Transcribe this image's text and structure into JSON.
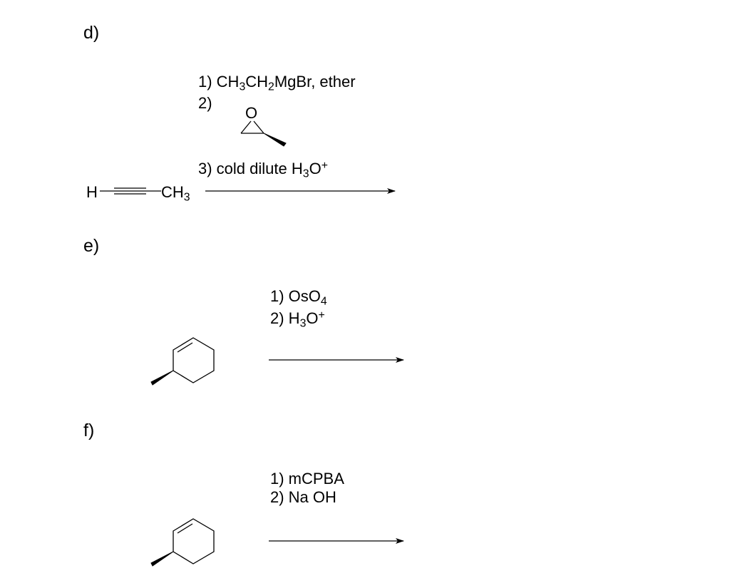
{
  "problem_d": {
    "label": "d)",
    "step1": {
      "prefix": "1) CH",
      "s1": "3",
      "mid": "CH",
      "s2": "2",
      "suffix": "MgBr, ether"
    },
    "step2": "2)",
    "epoxide_atom": "O",
    "step3": {
      "prefix": "3) cold dilute H",
      "s1": "3",
      "mid": "O",
      "sup": "+"
    },
    "reactant": {
      "left": "H",
      "right": "CH",
      "sub": "3"
    }
  },
  "problem_e": {
    "label": "e)",
    "step1": {
      "prefix": "1) OsO",
      "sub": "4"
    },
    "step2": {
      "prefix": "2) H",
      "sub": "3",
      "mid": "O",
      "sup": "+"
    }
  },
  "problem_f": {
    "label": "f)",
    "step1": "1) mCPBA",
    "step2": "2) Na OH"
  }
}
